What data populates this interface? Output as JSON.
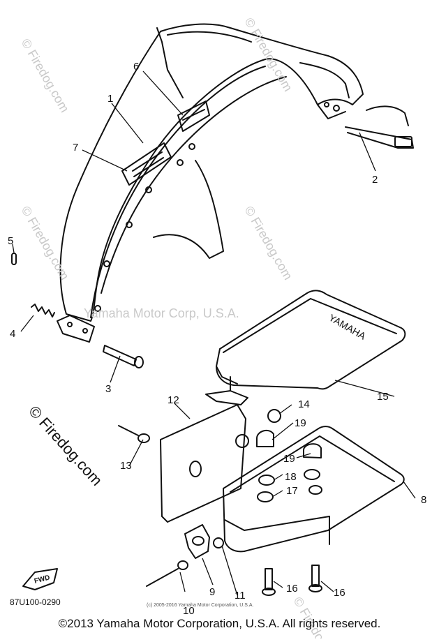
{
  "watermark": {
    "site": "© Firedog.com",
    "center_text": "Yamaha Motor Corp, U.S.A."
  },
  "callouts": [
    "1",
    "2",
    "3",
    "4",
    "5",
    "6",
    "7",
    "8",
    "9",
    "10",
    "11",
    "12",
    "13",
    "14",
    "15",
    "16",
    "16",
    "17",
    "18",
    "19",
    "19"
  ],
  "drawing_code": "87U100-0290",
  "fwd_label": "FWD",
  "fine_print": "(c) 2005-2016 Yamaha Motor Corporation, U.S.A.",
  "copyright": "©2013 Yamaha Motor Corporation, U.S.A. All rights reserved.",
  "colors": {
    "ink": "#111111",
    "watermark": "#c9c9c9",
    "background": "#ffffff"
  }
}
